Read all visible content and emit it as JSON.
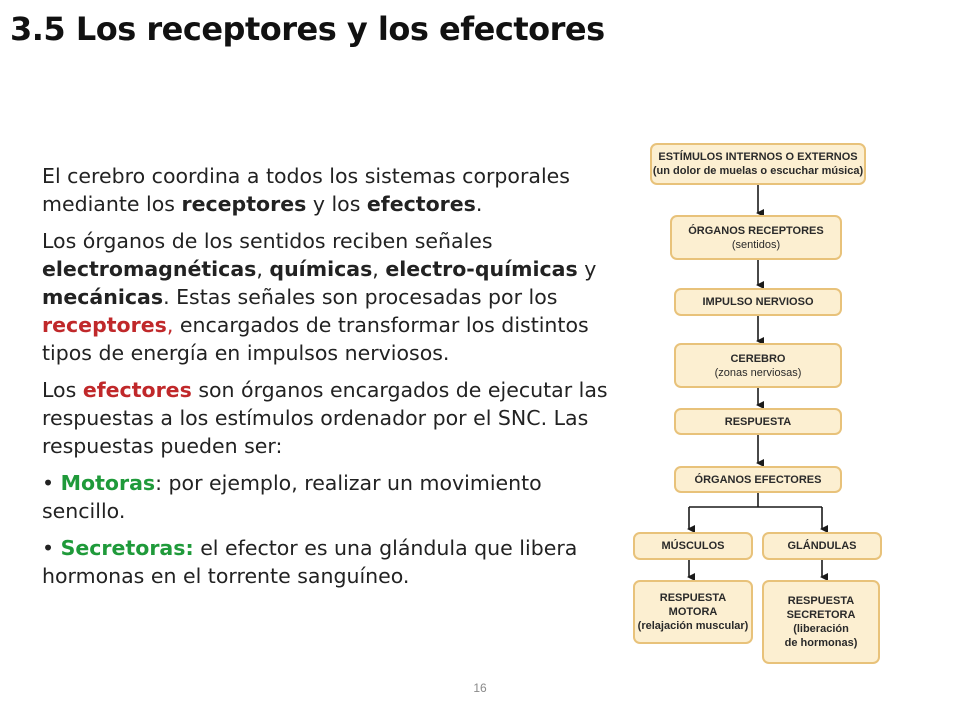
{
  "title": "3.5 Los receptores y los efectores",
  "paragraph1": {
    "t1": "El cerebro coordina a todos los sistemas corporales mediante los ",
    "b1": "receptores",
    "t2": " y los ",
    "b2": "efectores",
    "t3": "."
  },
  "paragraph2": {
    "t1": "Los órganos de los sentidos reciben señales ",
    "b1": "electromagnéticas",
    "t2": ", ",
    "b2": "químicas",
    "t3": ", ",
    "b3": "electro-químicas",
    "t4": " y ",
    "b4": "mecánicas",
    "t5": ". Estas señales son procesadas por los ",
    "r1": "receptores",
    "r1sep": ",",
    "t6": " encargados de transformar los distintos tipos de energía en impulsos nerviosos."
  },
  "paragraph3": {
    "t1": "Los ",
    "r1": "efectores",
    "t2": " son órganos encargados de ejecutar las respuestas a los estímulos ordenador por el SNC. Las respuestas pueden ser:"
  },
  "bullet1": {
    "bullet": "• ",
    "g1": "Motoras",
    "t1": ": por ejemplo, realizar un movimiento sencillo."
  },
  "bullet2": {
    "bullet": "• ",
    "g1": "Secretoras:",
    "t1": " el efector es una glándula que libera hormonas en el torrente sanguíneo."
  },
  "diagram": {
    "stimuli": {
      "title": "ESTÍMULOS INTERNOS O EXTERNOS",
      "sub": "(un dolor de muelas o escuchar música)"
    },
    "receptors": {
      "title": "ÓRGANOS RECEPTORES",
      "sub": "(sentidos)"
    },
    "impulse": {
      "title": "IMPULSO NERVIOSO"
    },
    "brain": {
      "title": "CEREBRO",
      "sub": "(zonas nerviosas)"
    },
    "response": {
      "title": "RESPUESTA"
    },
    "effectors": {
      "title": "ÓRGANOS EFECTORES"
    },
    "muscles": {
      "title": "MÚSCULOS"
    },
    "glands": {
      "title": "GLÁNDULAS"
    },
    "motor_response": {
      "l1": "RESPUESTA",
      "l2": "MOTORA",
      "sub": "(relajación muscular)"
    },
    "secretory_response": {
      "l1": "RESPUESTA",
      "l2": "SECRETORA",
      "sub1": "(liberación",
      "sub2": "de hormonas)"
    },
    "colors": {
      "box_fill": "#fcefd1",
      "box_border": "#e8c27a",
      "arrow": "#1a1a1a"
    }
  },
  "page_number": "16"
}
